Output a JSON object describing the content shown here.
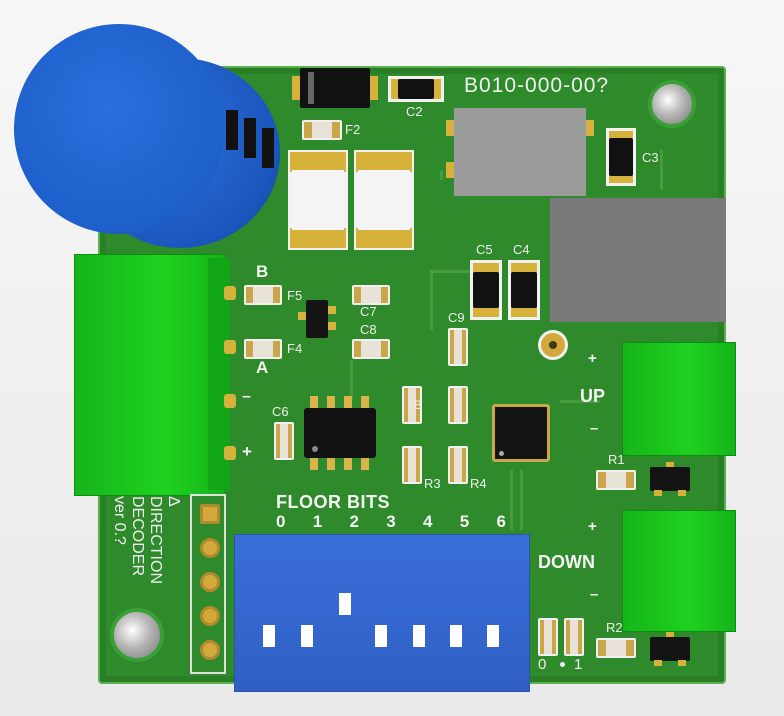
{
  "board": {
    "part_number": "B010-000-00?",
    "labels": {
      "c2": "C2",
      "f2": "F2",
      "c3": "C3",
      "c5": "C5",
      "c4": "C4",
      "c9": "C9",
      "c7": "C7",
      "c8": "C8",
      "f5": "F5",
      "f4": "F4",
      "c6": "C6",
      "r3": "R3",
      "r4": "R4",
      "r1": "R1",
      "r2": "R2",
      "b_partial": "B"
    },
    "input_terminal": {
      "b": "B",
      "a": "A",
      "minus": "–",
      "plus": "+"
    },
    "floor_bits": {
      "title": "FLOOR BITS",
      "bits": [
        "0",
        "1",
        "2",
        "3",
        "4",
        "5",
        "6"
      ]
    },
    "up": {
      "label": "UP",
      "plus": "+",
      "minus": "–"
    },
    "down": {
      "label": "DOWN",
      "plus": "+",
      "minus": "–"
    },
    "jumper_labels": {
      "zero": "0",
      "one": "1"
    },
    "version_text": {
      "arrow": "Δ",
      "line1": "DIRECTION",
      "line2": "DECODER",
      "line3": "ver 0.?"
    }
  },
  "colors": {
    "pcb": "#2f8a2b",
    "terminal": "#1fc21f",
    "dip_switch": "#3366cc",
    "capacitor": "#1f5fd0"
  }
}
